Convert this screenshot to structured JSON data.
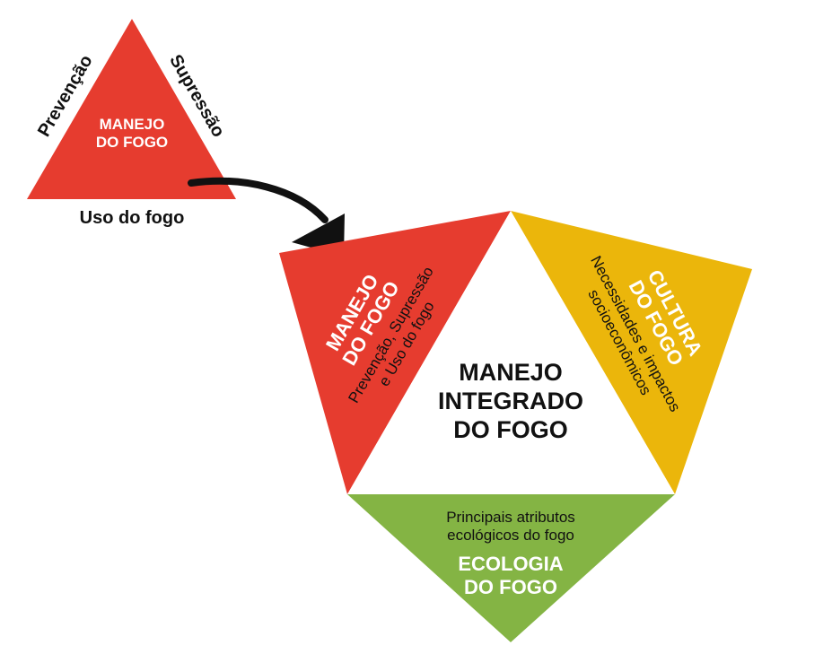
{
  "colors": {
    "red": "#e63c2f",
    "yellow": "#ebb60b",
    "green": "#84b444",
    "black": "#111111",
    "white": "#ffffff"
  },
  "small_triangle": {
    "title_line1": "MANEJO",
    "title_line2": "DO FOGO",
    "left_side": "Prevenção",
    "right_side": "Supressão",
    "bottom_side": "Uso do fogo"
  },
  "center": {
    "line1": "MANEJO",
    "line2": "INTEGRADO",
    "line3": "DO FOGO"
  },
  "red_triangle": {
    "title_line1": "MANEJO",
    "title_line2": "DO FOGO",
    "sub_line1": "Prevenção, Supressão",
    "sub_line2": "e Uso do fogo"
  },
  "yellow_triangle": {
    "title_line1": "CULTURA",
    "title_line2": "DO FOGO",
    "sub_line1": "Necessidades e impactos",
    "sub_line2": "socioeconômicos"
  },
  "green_triangle": {
    "sub_line1": "Principais atributos",
    "sub_line2": "ecológicos do fogo",
    "title_line1": "ECOLOGIA",
    "title_line2": "DO FOGO"
  }
}
